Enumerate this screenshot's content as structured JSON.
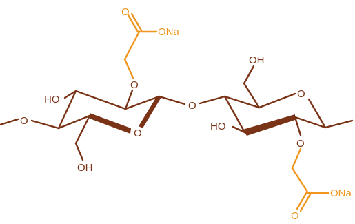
{
  "colors": {
    "backbone": "#7a3316",
    "carboxymethyl": "#f0961e"
  },
  "labels": {
    "left_ring_oxygen": "O",
    "left_link_oxygen": "O",
    "left_ho": "HO",
    "left_oh": "OH",
    "left_ether_oxygen": "O",
    "left_carbonyl_oxygen": "O",
    "left_ona": "ONa",
    "glycosidic_oxygen": "O",
    "right_ring_oxygen": "O",
    "right_oh": "OH",
    "right_ho": "HO",
    "right_ether_oxygen": "O",
    "right_carbonyl_oxygen": "O",
    "right_ona": "ONa"
  }
}
